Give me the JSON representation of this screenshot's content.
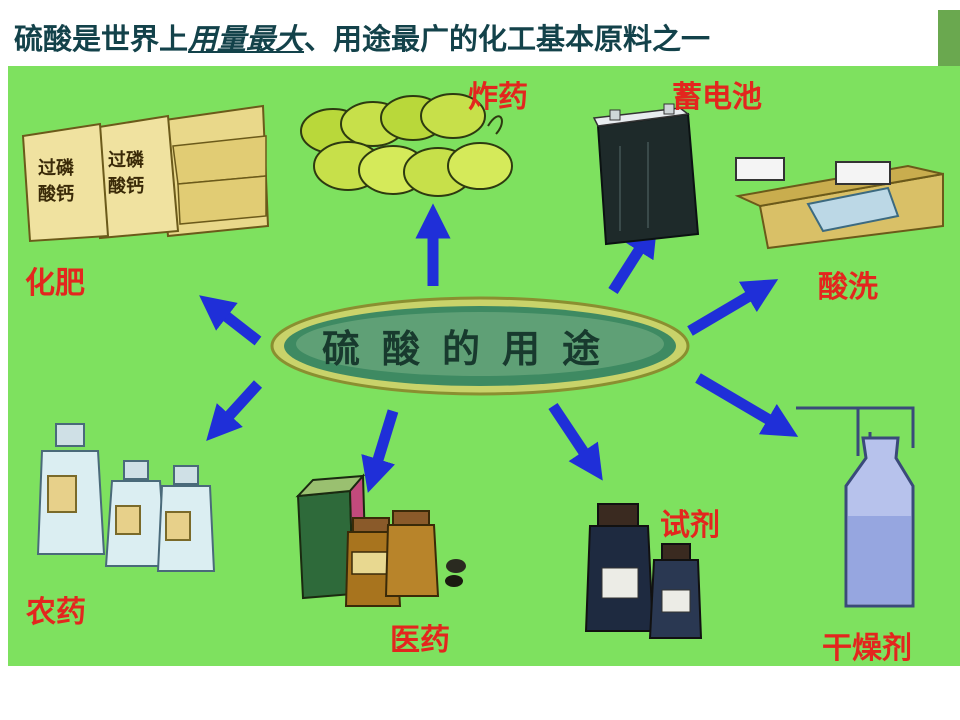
{
  "title": {
    "part1": "硫酸是世界上",
    "emphasis": "用量最大",
    "part2": "、用途最广的化工基本原料之一"
  },
  "center": {
    "label": "硫酸的用途"
  },
  "uses": [
    {
      "id": "fertilizer",
      "label": "化肥",
      "bag_text": "过磷酸钙"
    },
    {
      "id": "explosive",
      "label": "炸药"
    },
    {
      "id": "battery",
      "label": "蓄电池"
    },
    {
      "id": "pickling",
      "label": "酸洗"
    },
    {
      "id": "pesticide",
      "label": "农药"
    },
    {
      "id": "medicine",
      "label": "医药"
    },
    {
      "id": "reagent",
      "label": "试剂"
    },
    {
      "id": "desiccant",
      "label": "干燥剂"
    }
  ],
  "colors": {
    "background": "#7ee15f",
    "title_text": "#13424a",
    "label_text": "#e3261e",
    "arrow": "#1f2fd8",
    "center_oval": "#3e8a62"
  }
}
